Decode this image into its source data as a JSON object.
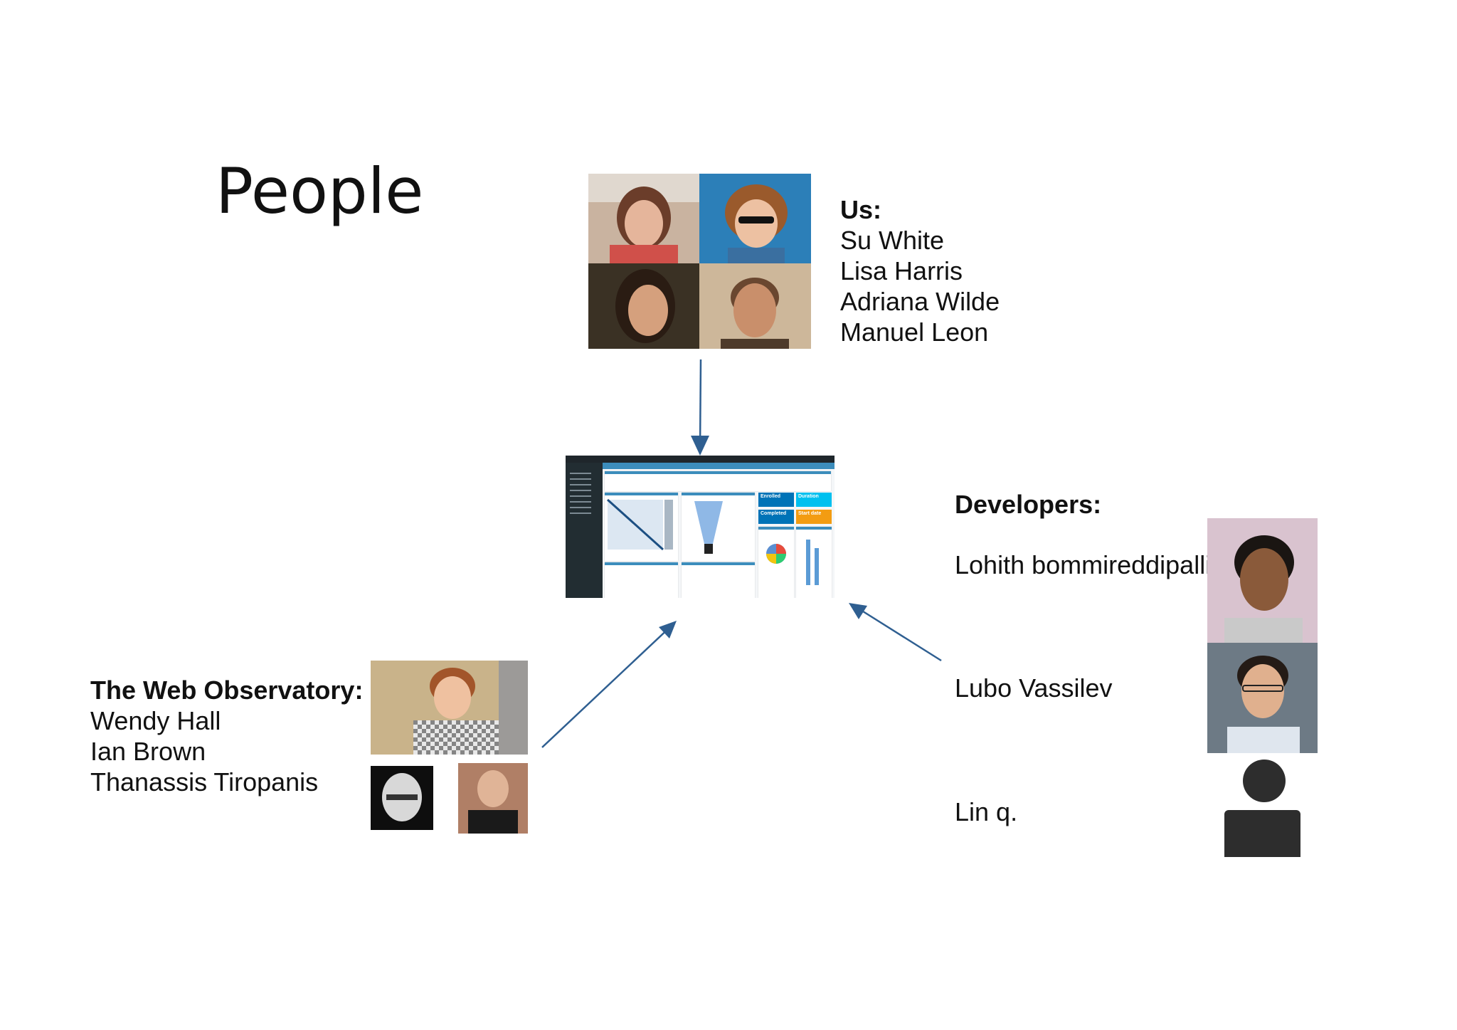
{
  "title": "People",
  "us": {
    "heading": "Us:",
    "names": [
      "Su White",
      "Lisa Harris",
      "Adriana Wilde",
      "Manuel Leon"
    ]
  },
  "developers": {
    "heading": "Developers:",
    "names": [
      "Lohith bommireddipalli",
      "Lubo Vassilev",
      "Lin q."
    ]
  },
  "web_observatory": {
    "heading": "The Web Observatory:",
    "names": [
      "Wendy Hall",
      "Ian Brown",
      "Thanassis Tiropanis"
    ]
  },
  "dashboard": {
    "tiles": [
      "Enrolled",
      "Duration",
      "Completed",
      "Start date"
    ]
  },
  "colors": {
    "arrow": "#2f5f91",
    "dashboard_blue": "#3c8dbc",
    "dashboard_dark": "#222d32",
    "tile_blue": "#0073b7",
    "tile_cyan": "#00c0ef",
    "tile_orange": "#f39c12"
  },
  "icons": {
    "person_placeholder": "person-silhouette-icon"
  }
}
